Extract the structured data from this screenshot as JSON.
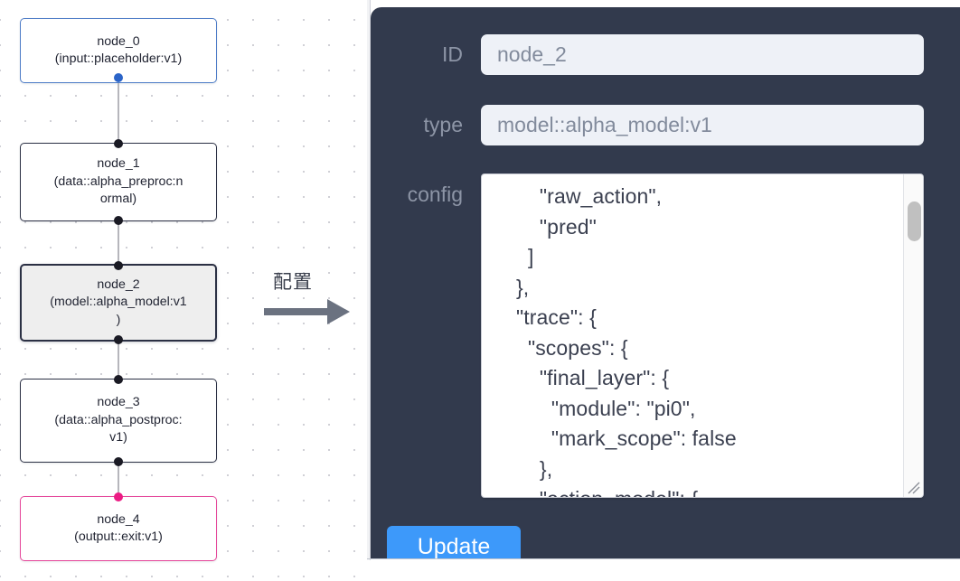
{
  "graph": {
    "nodes": [
      {
        "id": "node_0",
        "type": "(input::placeholder:v1)",
        "role": "input",
        "selected": false
      },
      {
        "id": "node_1",
        "type": "(data::alpha_preproc:normal)",
        "role": "default",
        "selected": false
      },
      {
        "id": "node_2",
        "type": "(model::alpha_model:v1)",
        "role": "default",
        "selected": true
      },
      {
        "id": "node_3",
        "type": "(data::alpha_postproc:v1)",
        "role": "default",
        "selected": false
      },
      {
        "id": "node_4",
        "type": "(output::exit:v1)",
        "role": "output",
        "selected": false
      }
    ],
    "node_labels": [
      "node_0\n(input::placeholder:v1)",
      "node_1\n(data::alpha_preproc:n\normal)",
      "node_2\n(model::alpha_model:v1\n)",
      "node_3\n(data::alpha_postproc:\nv1)",
      "node_4\n(output::exit:v1)"
    ],
    "edges": [
      "node_0 -> node_1",
      "node_1 -> node_2",
      "node_2 -> node_3",
      "node_3 -> node_4"
    ],
    "colors": {
      "input_border": "#4d7cc7",
      "output_border": "#e5489b",
      "default_border": "#2b3044",
      "selected_fill": "#eeeeee",
      "edge": "#b6b6bc",
      "handle": "#1a1a24",
      "handle_input": "#2b64c8",
      "handle_output": "#ec1c84"
    }
  },
  "transition": {
    "label": "配置",
    "arrow_icon": "right-arrow-icon",
    "arrow_color": "#6b7280"
  },
  "panel": {
    "background": "#323a4d",
    "fields": [
      {
        "label": "ID",
        "value": "node_2"
      },
      {
        "label": "type",
        "value": "model::alpha_model:v1"
      },
      {
        "label": "config",
        "value": ""
      }
    ],
    "id_label": "ID",
    "id_value": "node_2",
    "type_label": "type",
    "type_value": "model::alpha_model:v1",
    "config_label": "config",
    "config_value": "        \"raw_action\",\n        \"pred\"\n      ]\n    },\n    \"trace\": {\n      \"scopes\": {\n        \"final_layer\": {\n          \"module\": \"pi0\",\n          \"mark_scope\": false\n        },\n        \"action_model\": {",
    "update_label": "Update",
    "update_color": "#3d99fa",
    "scrollbar": {
      "name": "config-scrollbar",
      "thumb_position": "top"
    },
    "resize_grip": "resize-grip-icon"
  }
}
